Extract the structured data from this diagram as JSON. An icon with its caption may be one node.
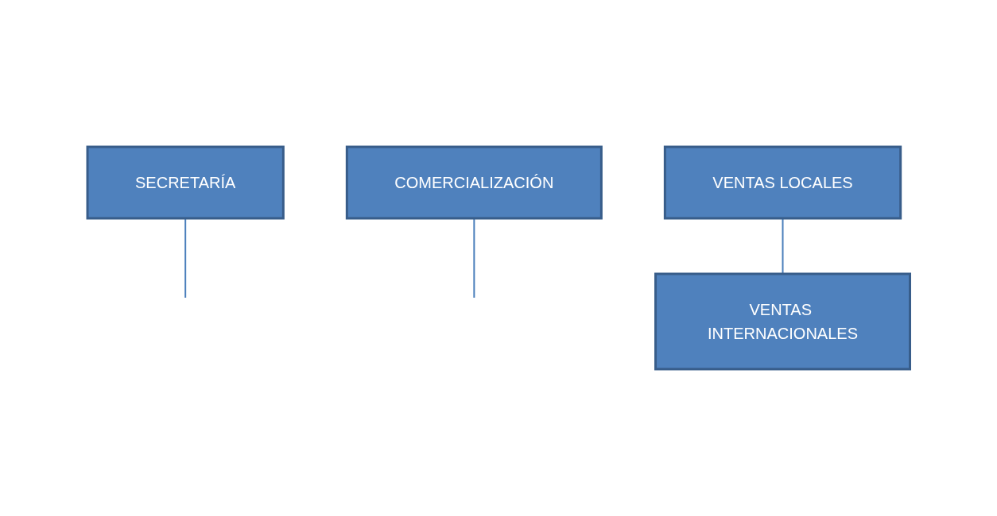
{
  "diagram": {
    "nodes": [
      {
        "text": [
          "SECRETARÍA"
        ]
      },
      {
        "text": [
          "COMERCIALIZACIÓN"
        ]
      },
      {
        "text": [
          "VENTAS LOCALES"
        ]
      },
      {
        "text": [
          "VENTAS INTERNACIONALES"
        ]
      }
    ],
    "edges": [
      {
        "from": 0,
        "to": null,
        "arrow": "none"
      },
      {
        "from": 1,
        "to": null,
        "arrow": "none"
      },
      {
        "from": 2,
        "to": 3,
        "arrow": "none"
      }
    ]
  }
}
